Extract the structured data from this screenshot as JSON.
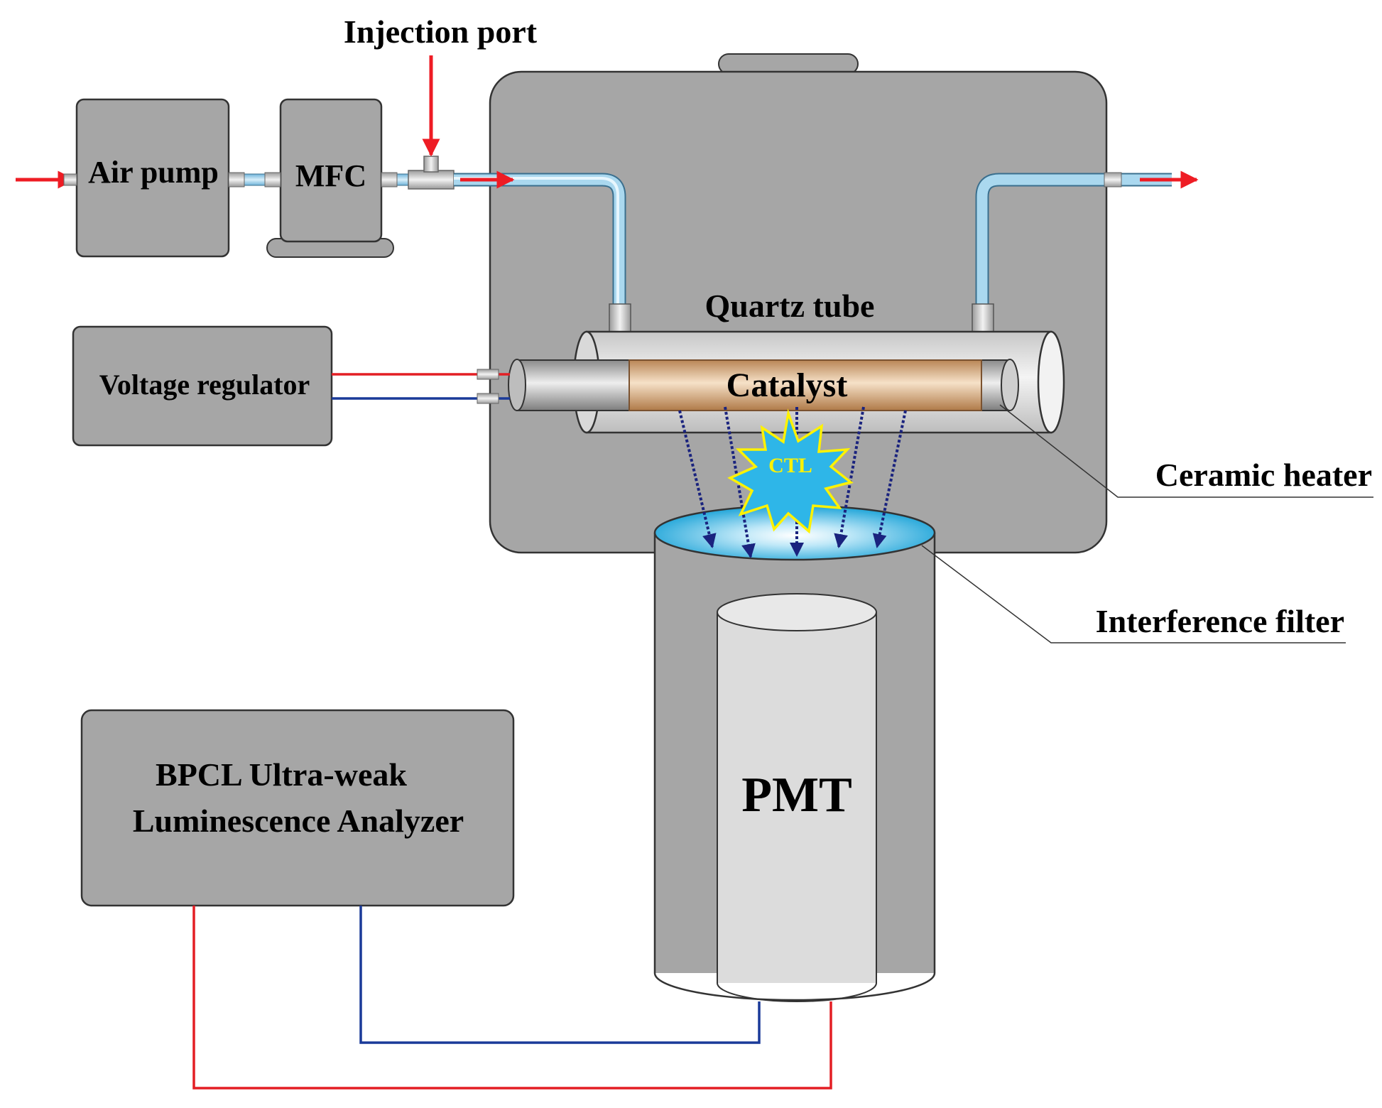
{
  "labels": {
    "injection_port": "Injection port",
    "air_pump": "Air pump",
    "mfc": "MFC",
    "quartz_tube": "Quartz tube",
    "voltage_regulator": "Voltage regulator",
    "catalyst": "Catalyst",
    "ctl": "CTL",
    "ceramic_heater": "Ceramic heater",
    "interference_filter": "Interference filter",
    "analyzer_line1": "BPCL Ultra-weak",
    "analyzer_line2": "Luminescence Analyzer",
    "pmt": "PMT"
  },
  "colors": {
    "box_fill": "#a6a6a6",
    "pipe": "#9fd0ea",
    "flow_arrow": "#ee1c24",
    "wire_red": "#e31e24",
    "wire_blue": "#1a3a99",
    "light_ray": "#1a237e",
    "burst_fill": "#2eb6e8",
    "burst_stroke": "#fff200",
    "catalyst": "#d4a070",
    "pmt_inner": "#dcdcdc"
  }
}
